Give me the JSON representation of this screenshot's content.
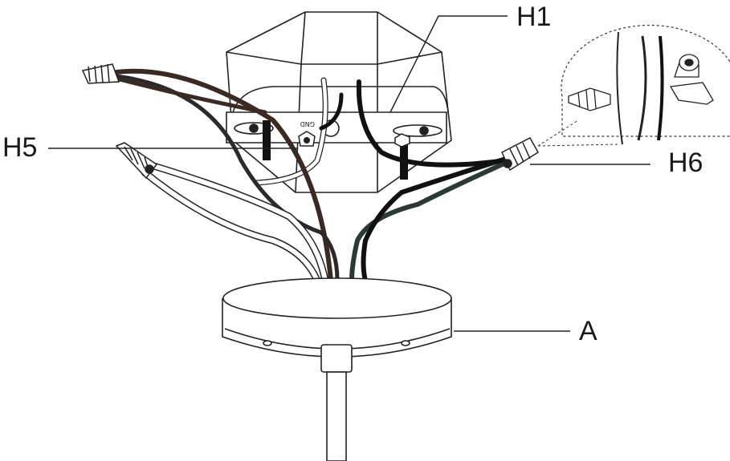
{
  "labels": {
    "h1": "H1",
    "h5": "H5",
    "h6": "H6",
    "a": "A"
  },
  "bracket_text": "GND",
  "colors": {
    "outline": "#222222",
    "black_wire": "#1c1c1c",
    "brown_wire": "#3a2a22",
    "white_wire": "#ffffff",
    "green_wire": "#2b3a38",
    "fill": "#ffffff"
  },
  "icons": {
    "wire_nut": "wire-nut-icon",
    "tape": "electrical-tape-icon"
  }
}
